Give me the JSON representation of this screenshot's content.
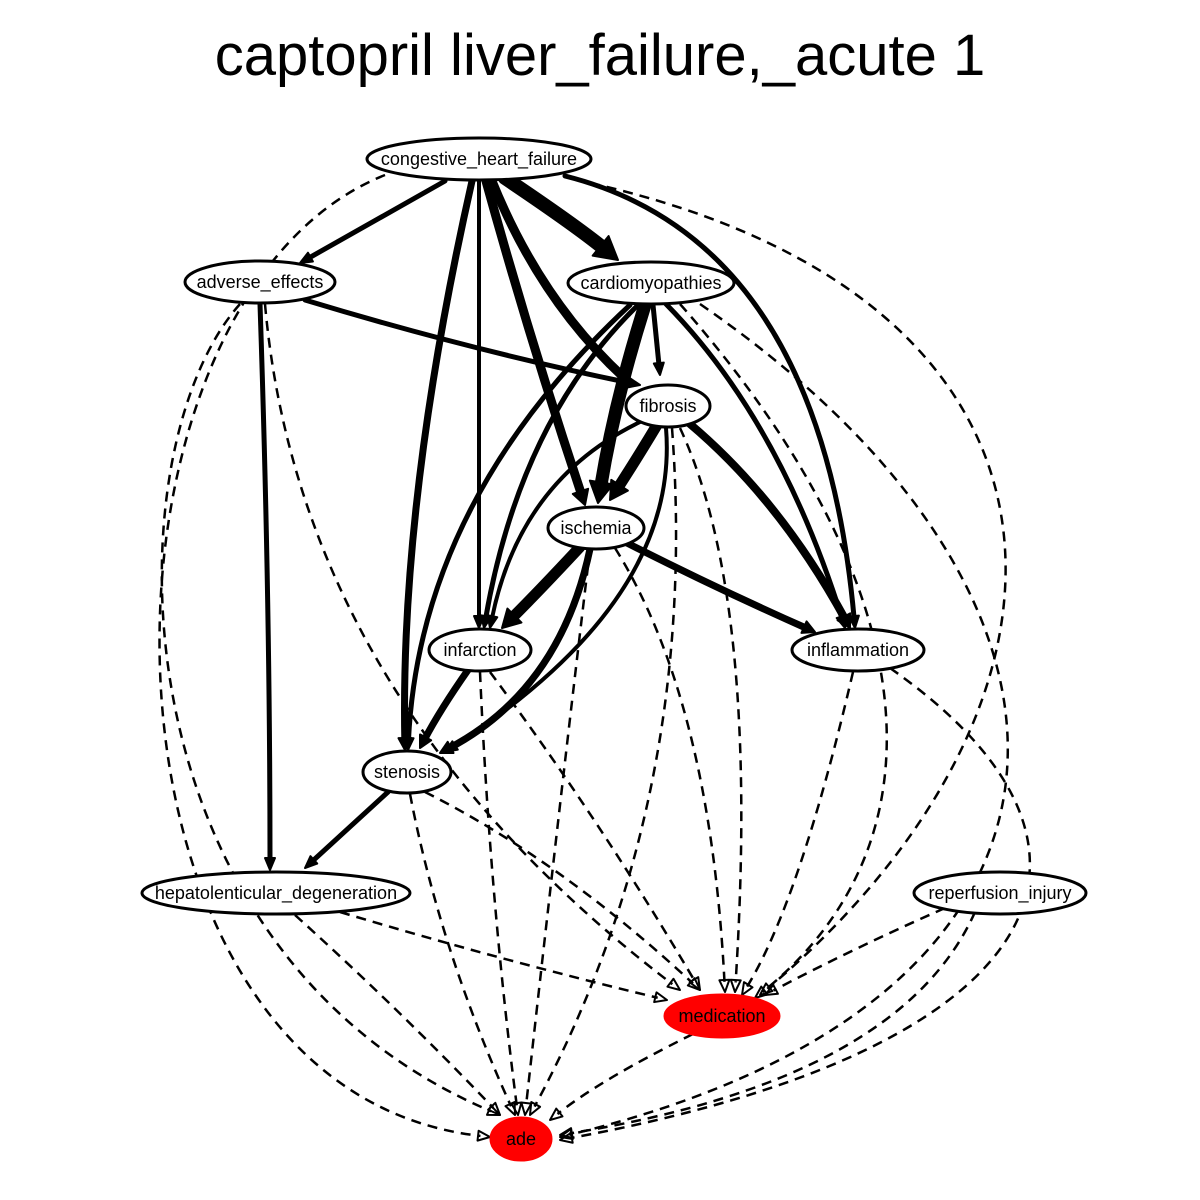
{
  "title": "captopril liver_failure,_acute 1",
  "colors": {
    "highlight": "#ff0000",
    "stroke": "#000000",
    "fill": "#ffffff"
  },
  "nodes": [
    {
      "id": "congestive_heart_failure",
      "label": "congestive_heart_failure",
      "highlight": false
    },
    {
      "id": "adverse_effects",
      "label": "adverse_effects",
      "highlight": false
    },
    {
      "id": "cardiomyopathies",
      "label": "cardiomyopathies",
      "highlight": false
    },
    {
      "id": "fibrosis",
      "label": "fibrosis",
      "highlight": false
    },
    {
      "id": "ischemia",
      "label": "ischemia",
      "highlight": false
    },
    {
      "id": "infarction",
      "label": "infarction",
      "highlight": false
    },
    {
      "id": "inflammation",
      "label": "inflammation",
      "highlight": false
    },
    {
      "id": "stenosis",
      "label": "stenosis",
      "highlight": false
    },
    {
      "id": "hepatolenticular_degeneration",
      "label": "hepatolenticular_degeneration",
      "highlight": false
    },
    {
      "id": "reperfusion_injury",
      "label": "reperfusion_injury",
      "highlight": false
    },
    {
      "id": "medication",
      "label": "medication",
      "highlight": true
    },
    {
      "id": "ade",
      "label": "ade",
      "highlight": true
    }
  ],
  "edges": [
    {
      "from": "congestive_heart_failure",
      "to": "adverse_effects",
      "style": "solid",
      "weight": 5
    },
    {
      "from": "congestive_heart_failure",
      "to": "cardiomyopathies",
      "style": "solid",
      "weight": 14
    },
    {
      "from": "congestive_heart_failure",
      "to": "fibrosis",
      "style": "solid",
      "weight": 9
    },
    {
      "from": "congestive_heart_failure",
      "to": "ischemia",
      "style": "solid",
      "weight": 9
    },
    {
      "from": "congestive_heart_failure",
      "to": "infarction",
      "style": "solid",
      "weight": 4
    },
    {
      "from": "congestive_heart_failure",
      "to": "inflammation",
      "style": "solid",
      "weight": 5
    },
    {
      "from": "congestive_heart_failure",
      "to": "stenosis",
      "style": "solid",
      "weight": 7
    },
    {
      "from": "congestive_heart_failure",
      "to": "medication",
      "style": "dashed",
      "weight": 2.5
    },
    {
      "from": "congestive_heart_failure",
      "to": "ade",
      "style": "dashed",
      "weight": 2.5
    },
    {
      "from": "adverse_effects",
      "to": "fibrosis",
      "style": "solid",
      "weight": 5
    },
    {
      "from": "adverse_effects",
      "to": "hepatolenticular_degeneration",
      "style": "solid",
      "weight": 5
    },
    {
      "from": "adverse_effects",
      "to": "medication",
      "style": "dashed",
      "weight": 2.5
    },
    {
      "from": "adverse_effects",
      "to": "ade",
      "style": "dashed",
      "weight": 2.5
    },
    {
      "from": "cardiomyopathies",
      "to": "fibrosis",
      "style": "solid",
      "weight": 5
    },
    {
      "from": "cardiomyopathies",
      "to": "ischemia",
      "style": "solid",
      "weight": 13
    },
    {
      "from": "cardiomyopathies",
      "to": "infarction",
      "style": "solid",
      "weight": 5
    },
    {
      "from": "cardiomyopathies",
      "to": "inflammation",
      "style": "solid",
      "weight": 5
    },
    {
      "from": "cardiomyopathies",
      "to": "stenosis",
      "style": "solid",
      "weight": 5
    },
    {
      "from": "cardiomyopathies",
      "to": "medication",
      "style": "dashed",
      "weight": 2.5
    },
    {
      "from": "cardiomyopathies",
      "to": "ade",
      "style": "dashed",
      "weight": 2.5
    },
    {
      "from": "fibrosis",
      "to": "ischemia",
      "style": "solid",
      "weight": 11
    },
    {
      "from": "fibrosis",
      "to": "infarction",
      "style": "solid",
      "weight": 4
    },
    {
      "from": "fibrosis",
      "to": "inflammation",
      "style": "solid",
      "weight": 8
    },
    {
      "from": "fibrosis",
      "to": "stenosis",
      "style": "solid",
      "weight": 4
    },
    {
      "from": "fibrosis",
      "to": "medication",
      "style": "dashed",
      "weight": 2.5
    },
    {
      "from": "fibrosis",
      "to": "ade",
      "style": "dashed",
      "weight": 2.5
    },
    {
      "from": "ischemia",
      "to": "infarction",
      "style": "solid",
      "weight": 11
    },
    {
      "from": "ischemia",
      "to": "inflammation",
      "style": "solid",
      "weight": 7
    },
    {
      "from": "ischemia",
      "to": "stenosis",
      "style": "solid",
      "weight": 7
    },
    {
      "from": "ischemia",
      "to": "medication",
      "style": "dashed",
      "weight": 2.5
    },
    {
      "from": "ischemia",
      "to": "ade",
      "style": "dashed",
      "weight": 2.5
    },
    {
      "from": "infarction",
      "to": "stenosis",
      "style": "solid",
      "weight": 7
    },
    {
      "from": "infarction",
      "to": "medication",
      "style": "dashed",
      "weight": 2.5
    },
    {
      "from": "infarction",
      "to": "ade",
      "style": "dashed",
      "weight": 2.5
    },
    {
      "from": "inflammation",
      "to": "medication",
      "style": "dashed",
      "weight": 2.5
    },
    {
      "from": "inflammation",
      "to": "ade",
      "style": "dashed",
      "weight": 2.5
    },
    {
      "from": "stenosis",
      "to": "hepatolenticular_degeneration",
      "style": "solid",
      "weight": 5
    },
    {
      "from": "stenosis",
      "to": "medication",
      "style": "dashed",
      "weight": 2.5
    },
    {
      "from": "stenosis",
      "to": "ade",
      "style": "dashed",
      "weight": 2.5
    },
    {
      "from": "hepatolenticular_degeneration",
      "to": "medication",
      "style": "dashed",
      "weight": 2.5
    },
    {
      "from": "hepatolenticular_degeneration",
      "to": "ade",
      "style": "dashed",
      "weight": 2.5
    },
    {
      "from": "reperfusion_injury",
      "to": "medication",
      "style": "dashed",
      "weight": 2.5
    },
    {
      "from": "reperfusion_injury",
      "to": "ade",
      "style": "dashed",
      "weight": 2.5
    },
    {
      "from": "medication",
      "to": "ade",
      "style": "dashed",
      "weight": 2.5
    }
  ]
}
